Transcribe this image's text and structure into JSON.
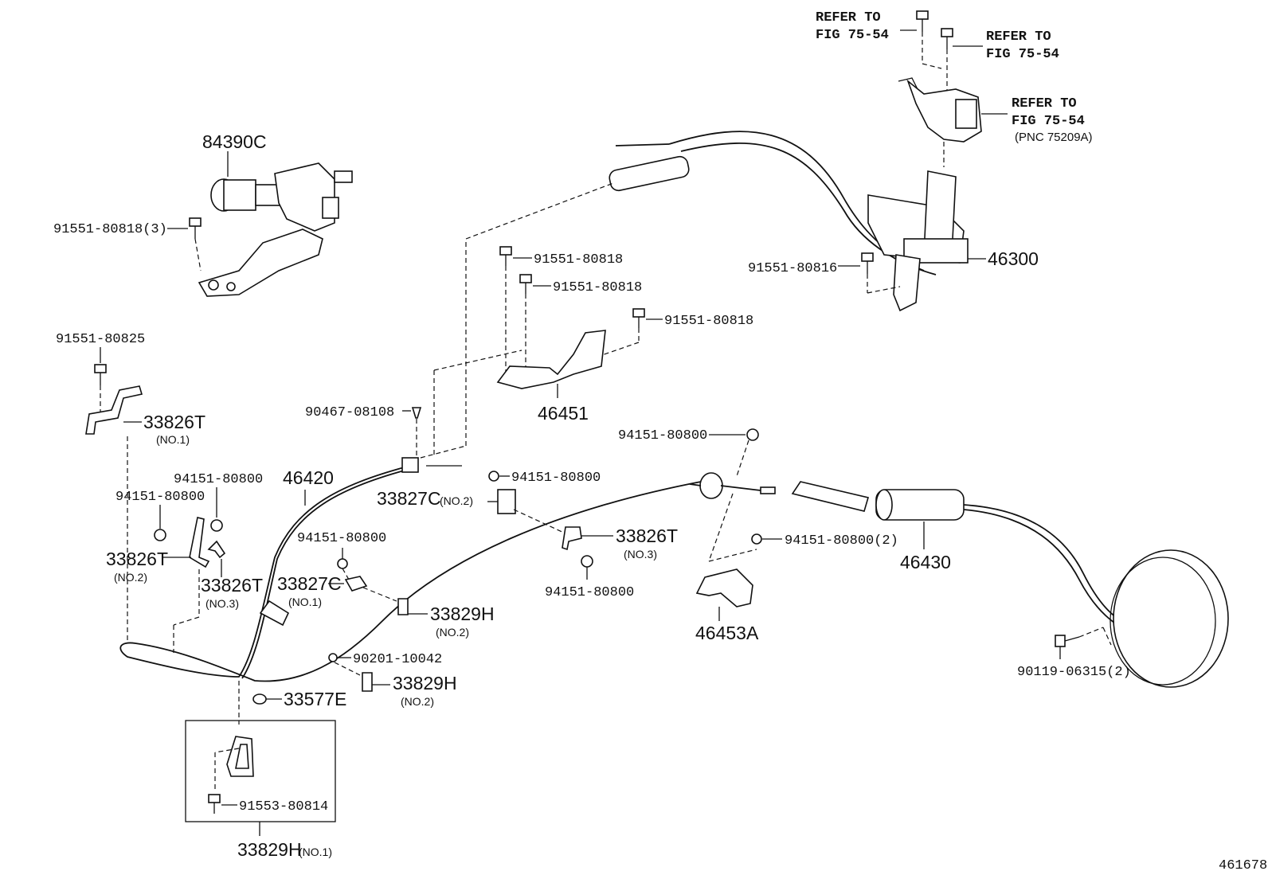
{
  "figure_number": "461678",
  "refer": {
    "a": {
      "line1": "REFER TO",
      "line2": "FIG 75-54"
    },
    "b": {
      "line1": "REFER TO",
      "line2": "FIG 75-54"
    },
    "c": {
      "line1": "REFER TO",
      "line2": "FIG 75-54",
      "line3": "(PNC 75209A)"
    }
  },
  "parts": {
    "p84390C": "84390C",
    "p91551_80818_3": "91551-80818(3)",
    "p91551_80825": "91551-80825",
    "p33826T_no1": "33826T",
    "p33826T_no1_sub": "(NO.1)",
    "p94151_80800_a": "94151-80800",
    "p94151_80800_b": "94151-80800",
    "p33826T_no2": "33826T",
    "p33826T_no2_sub": "(NO.2)",
    "p33826T_no3": "33826T",
    "p33826T_no3_sub": "(NO.3)",
    "p46420": "46420",
    "p90467_08108": "90467-08108",
    "p33827C_no2": "33827C",
    "p33827C_no2_sub": "(NO.2)",
    "p94151_80800_c": "94151-80800",
    "p33827C_no1": "33827C",
    "p33827C_no1_sub": "(NO.1)",
    "p33829H_no2a": "33829H",
    "p33829H_no2a_sub": "(NO.2)",
    "p90201_10042": "90201-10042",
    "p33829H_no2b": "33829H",
    "p33829H_no2b_sub": "(NO.2)",
    "p33577E": "33577E",
    "p91553_80814": "91553-80814",
    "p33829H_no1": "33829H",
    "p33829H_no1_sub": "(NO.1)",
    "p91551_80818_a": "91551-80818",
    "p91551_80818_b": "91551-80818",
    "p91551_80818_c": "91551-80818",
    "p46451": "46451",
    "p94151_80800_d": "94151-80800",
    "p33826T_no3b": "33826T",
    "p33826T_no3b_sub": "(NO.3)",
    "p94151_80800_e": "94151-80800",
    "p94151_80800_f": "94151-80800",
    "p46453A": "46453A",
    "p94151_80800_2": "94151-80800(2)",
    "p46430": "46430",
    "p90119_06315_2": "90119-06315(2)",
    "p91551_80816": "91551-80816",
    "p46300": "46300"
  }
}
